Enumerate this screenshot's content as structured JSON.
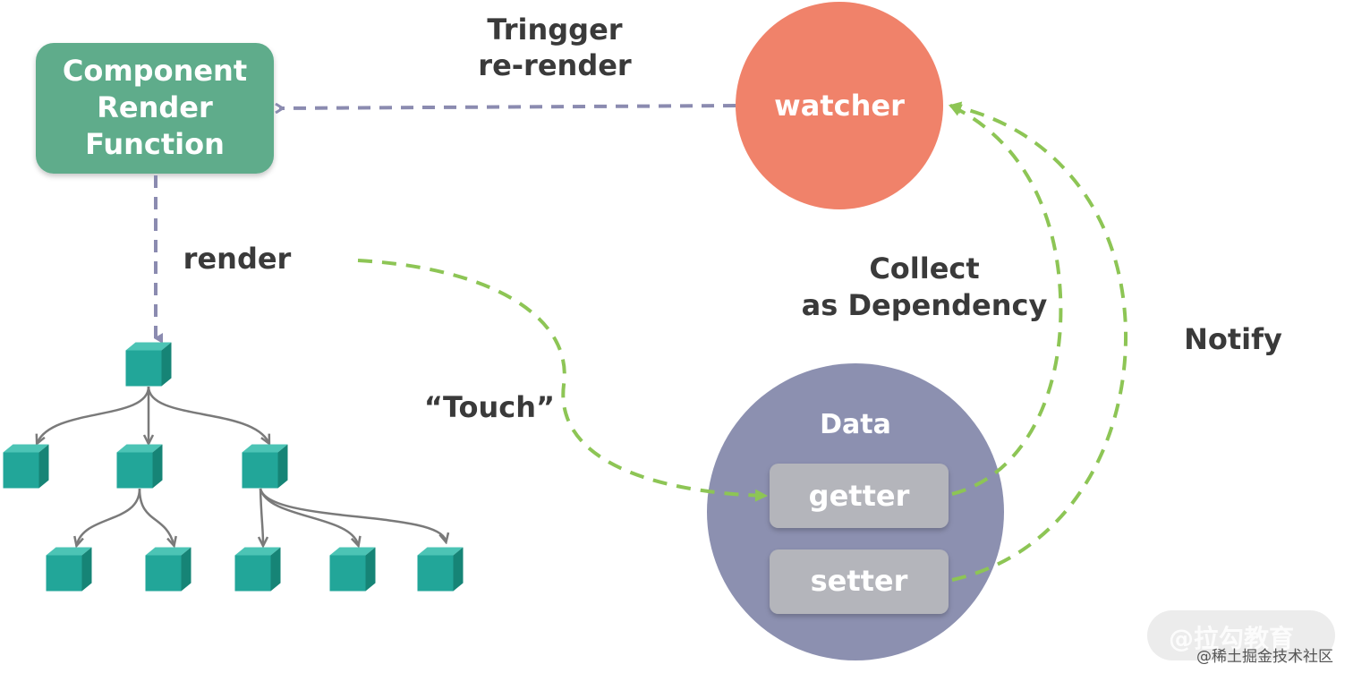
{
  "component_box": {
    "lines": [
      "Component",
      "Render",
      "Function"
    ]
  },
  "watcher": {
    "label": "watcher"
  },
  "data_circle": {
    "label": "Data",
    "getter": "getter",
    "setter": "setter"
  },
  "labels": {
    "trigger_line1": "Tringger",
    "trigger_line2": "re-render",
    "render": "render",
    "touch": "“Touch”",
    "collect_line1": "Collect",
    "collect_line2": "as Dependency",
    "notify": "Notify"
  },
  "watermark": {
    "badge": "@拉勾教育",
    "text": "@稀土掘金技术社区"
  },
  "colors": {
    "component": "#5fac8b",
    "watcher": "#f0826a",
    "data": "#8c90b0",
    "accessor": "#b4b5bb",
    "purple_dash": "#8b8bb0",
    "green_dash": "#8dc555",
    "cube_front": "#22a699",
    "cube_top": "#4cc4b5",
    "cube_side": "#168476",
    "tree_line": "#7a7a7a"
  }
}
